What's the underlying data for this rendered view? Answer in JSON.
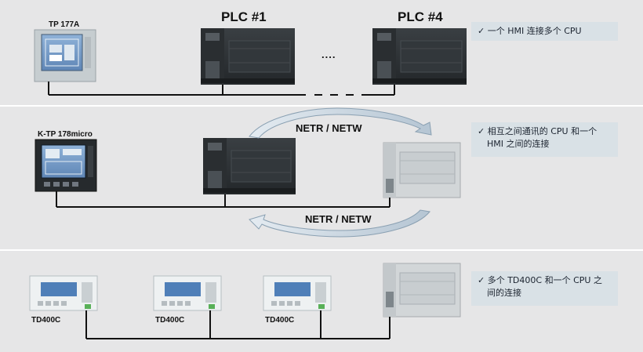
{
  "rows": [
    {
      "device_label": "TP 177A",
      "plc_labels": [
        "PLC #1",
        "PLC #4"
      ],
      "ellipsis": "....",
      "note": "✓ 一个 HMI 连接多个 CPU"
    },
    {
      "device_label": "K-TP 178micro",
      "arrow_top_label": "NETR / NETW",
      "arrow_bottom_label": "NETR / NETW",
      "note_line1": "✓  相互之间通讯的 CPU 和一个",
      "note_line2": "HMI 之间的连接"
    },
    {
      "device_labels": [
        "TD400C",
        "TD400C",
        "TD400C"
      ],
      "note_line1": "✓  多个 TD400C 和一个 CPU 之",
      "note_line2": "间的连接"
    }
  ],
  "colors": {
    "panel": "#e6e6e7",
    "note_bg": "#d9e1e6",
    "cable": "#111111",
    "arrow": "#b8c7d4",
    "plc_body": "#2f3336"
  }
}
